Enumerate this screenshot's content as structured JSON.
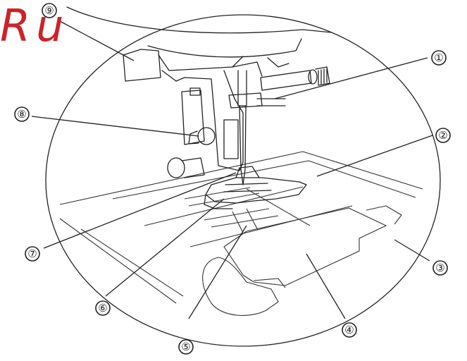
{
  "language_mark": {
    "text": "Ru",
    "color": "#cc2229"
  },
  "callouts": [
    {
      "number": "①",
      "part": "needle-clamp-screw"
    },
    {
      "number": "②",
      "part": "needle-plate"
    },
    {
      "number": "③",
      "part": "needle-plate-cover"
    },
    {
      "number": "④",
      "part": "bobbin-cover"
    },
    {
      "number": "⑤",
      "part": "feed-dogs"
    },
    {
      "number": "⑥",
      "part": "presser-foot"
    },
    {
      "number": "⑦",
      "part": "needle"
    },
    {
      "number": "⑧",
      "part": "presser-foot-holder-screw"
    },
    {
      "number": "⑨",
      "part": "thread-guide"
    }
  ],
  "colors": {
    "line": "#222222",
    "background": "#ffffff"
  }
}
